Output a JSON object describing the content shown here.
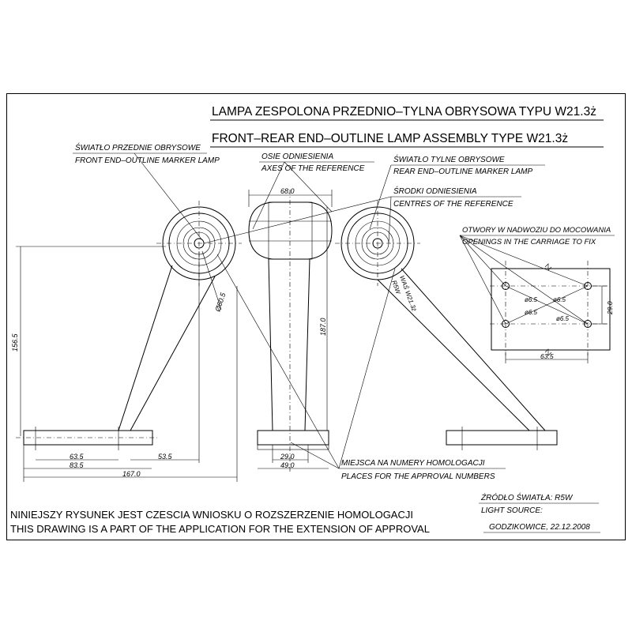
{
  "title_pl": "LAMPA  ZESPOLONA  PRZEDNIO–TYLNA OBRYSOWA TYPU  W21.3ż",
  "title_en": "FRONT–REAR END–OUTLINE LAMP ASSEMBLY TYPE  W21.3ż",
  "labels": {
    "front_pl": "ŚWIATŁO PRZEDNIE OBRYSOWE",
    "front_en": "FRONT END–OUTLINE MARKER LAMP",
    "axes_pl": "OSIE ODNIESIENIA",
    "axes_en": "AXES OF THE REFERENCE",
    "rear_pl": "ŚWIATŁO TYLNE OBRYSOWE",
    "rear_en": "REAR END–OUTLINE MARKER LAMP",
    "centres_pl": "ŚRODKI ODNIESIENIA",
    "centres_en": "CENTRES OF THE REFERENCE",
    "openings_pl": "OTWORY W NADWOZIU DO MOCOWANIA",
    "openings_en": "OPENINGS IN THE CARRIAGE TO FIX",
    "places_pl": "MIEJSCA NA NUMERY HOMOLOGACJI",
    "places_en": "PLACES FOR THE APPROVAL NUMBERS",
    "lamp_mark_1": "WAŚ W21.3ż",
    "lamp_mark_2": "R5W"
  },
  "dimensions": {
    "d_top": "68.0",
    "d_lens": "Ø60.5",
    "d_height": "187.0",
    "d_side": "156.5",
    "d_635": "63.5",
    "d_835": "83.5",
    "d_535": "53.5",
    "d_1670": "167.0",
    "d_290": "29.0",
    "d_490": "49.0",
    "hole_1": "ø6.5",
    "hole_2": "ø6.5",
    "hole_3": "ø6.5",
    "hole_4": "ø6.5",
    "hole_w": "63.5",
    "hole_h": "29.0"
  },
  "footer": {
    "note_pl": "NINIEJSZY RYSUNEK JEST CZESCIA WNIOSKU O ROZSZERZENIE HOMOLOGACJI",
    "note_en": "THIS DRAWING IS A PART OF THE APPLICATION FOR THE EXTENSION OF APPROVAL",
    "source_pl": "ŹRÓDŁO ŚWIATŁA:  R5W",
    "source_en": "LIGHT SOURCE:",
    "place_date": "GODZIKOWICE, 22.12.2008"
  }
}
